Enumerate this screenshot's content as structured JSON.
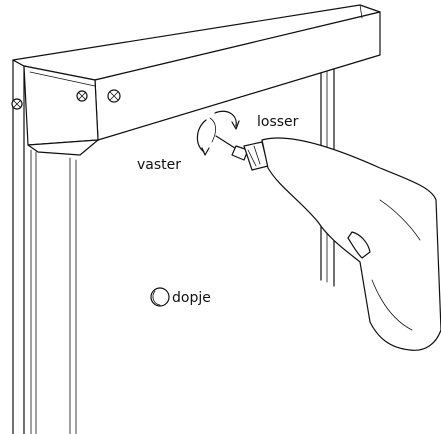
{
  "labels": {
    "loosen": "losser",
    "tighten": "vaster",
    "cap": "dopje"
  },
  "icons": [
    "screw-head-icon",
    "rotation-arrows-icon",
    "cap-icon",
    "power-drill-icon"
  ]
}
